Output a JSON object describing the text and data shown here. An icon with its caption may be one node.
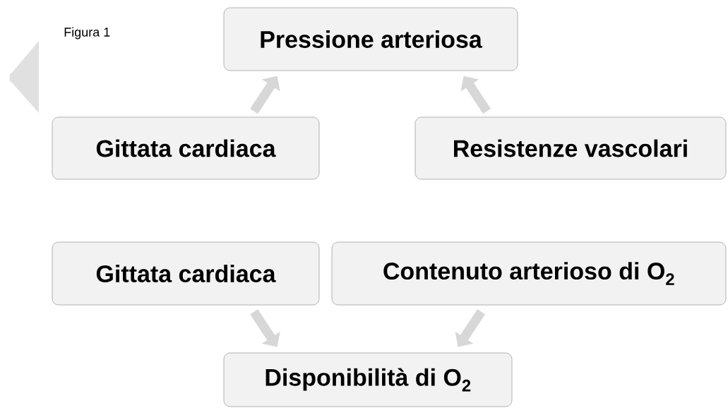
{
  "diagram": {
    "nodes": [
      {
        "text": [
          "Pressione arteriosa"
        ]
      },
      {
        "text": [
          "Gittata cardiaca"
        ]
      },
      {
        "text": [
          "Resistenze vascolari"
        ]
      },
      {
        "text": [
          "Gittata cardiaca"
        ]
      },
      {
        "text": [
          "Contenuto arterioso di O$_{2}$"
        ]
      },
      {
        "text": [
          "Disponibilità di O$_{2}$"
        ]
      }
    ],
    "edges": [
      {
        "from": 1,
        "to": 0,
        "arrow": "to"
      },
      {
        "from": 2,
        "to": 0,
        "arrow": "to"
      },
      {
        "from": 3,
        "to": 5,
        "arrow": "to"
      },
      {
        "from": 4,
        "to": 5,
        "arrow": "to"
      }
    ],
    "labels": [
      "Figura 1"
    ]
  }
}
